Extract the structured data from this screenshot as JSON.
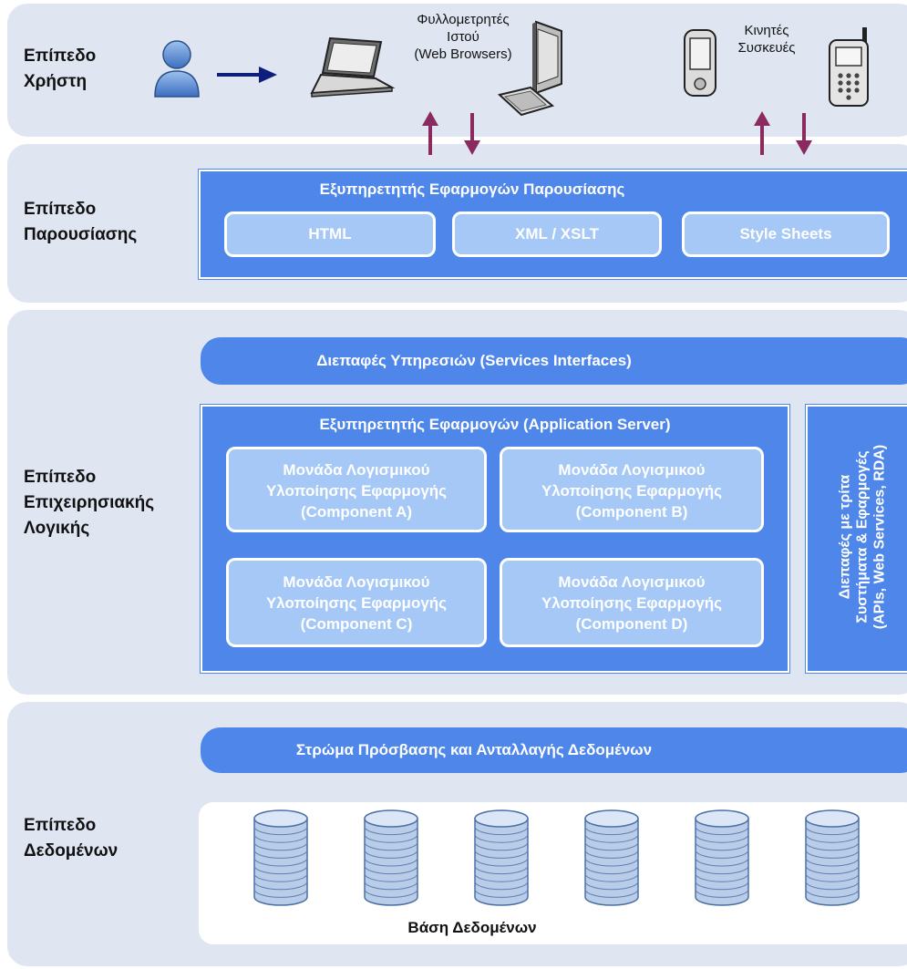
{
  "layers": {
    "user": [
      "Επίπεδο",
      "Χρήστη"
    ],
    "presentation": [
      "Επίπεδο",
      "Παρουσίασης"
    ],
    "logic": [
      "Επίπεδο",
      "Επιχειρησιακής",
      "Λογικής"
    ],
    "data": [
      "Επίπεδο",
      "Δεδομένων"
    ]
  },
  "clients": {
    "browsers_label": [
      "Φυλλομετρητές",
      "Ιστού",
      "(Web Browsers)"
    ],
    "mobile_label": [
      "Κινητές",
      "Συσκευές"
    ]
  },
  "presentation": {
    "server_title": "Εξυπηρετητής Εφαρμογών Παρουσίασης",
    "items": [
      "HTML",
      "XML / XSLT",
      "Style Sheets"
    ]
  },
  "logic": {
    "services_interfaces": "Διεπαφές Υπηρεσιών (Services Interfaces)",
    "app_server_title": "Εξυπηρετητής Εφαρμογών (Application Server)",
    "components": [
      [
        "Μονάδα Λογισμικού",
        "Υλοποίησης Εφαρμογής",
        "(Component A)"
      ],
      [
        "Μονάδα Λογισμικού",
        "Υλοποίησης Εφαρμογής",
        "(Component B)"
      ],
      [
        "Μονάδα Λογισμικού",
        "Υλοποίησης Εφαρμογής",
        "(Component C)"
      ],
      [
        "Μονάδα Λογισμικού",
        "Υλοποίησης Εφαρμογής",
        "(Component D)"
      ]
    ],
    "third_party": [
      "Διεπαφές με τρίτα",
      "Συστήματα & Εφαρμογές",
      "(APIs, Web Services, RDA)"
    ]
  },
  "data_layer": {
    "access_layer": "Στρώμα Πρόσβασης και Ανταλλαγής Δεδομένων",
    "database_label": "Βάση Δεδομένων",
    "database_count": 6
  },
  "colors": {
    "band": "#dfe6f2",
    "blue": "#4e86ea",
    "light_blue": "#a5c8f7",
    "arrow_user": "#0d1f7a",
    "arrow_flow": "#8a2a5e"
  }
}
